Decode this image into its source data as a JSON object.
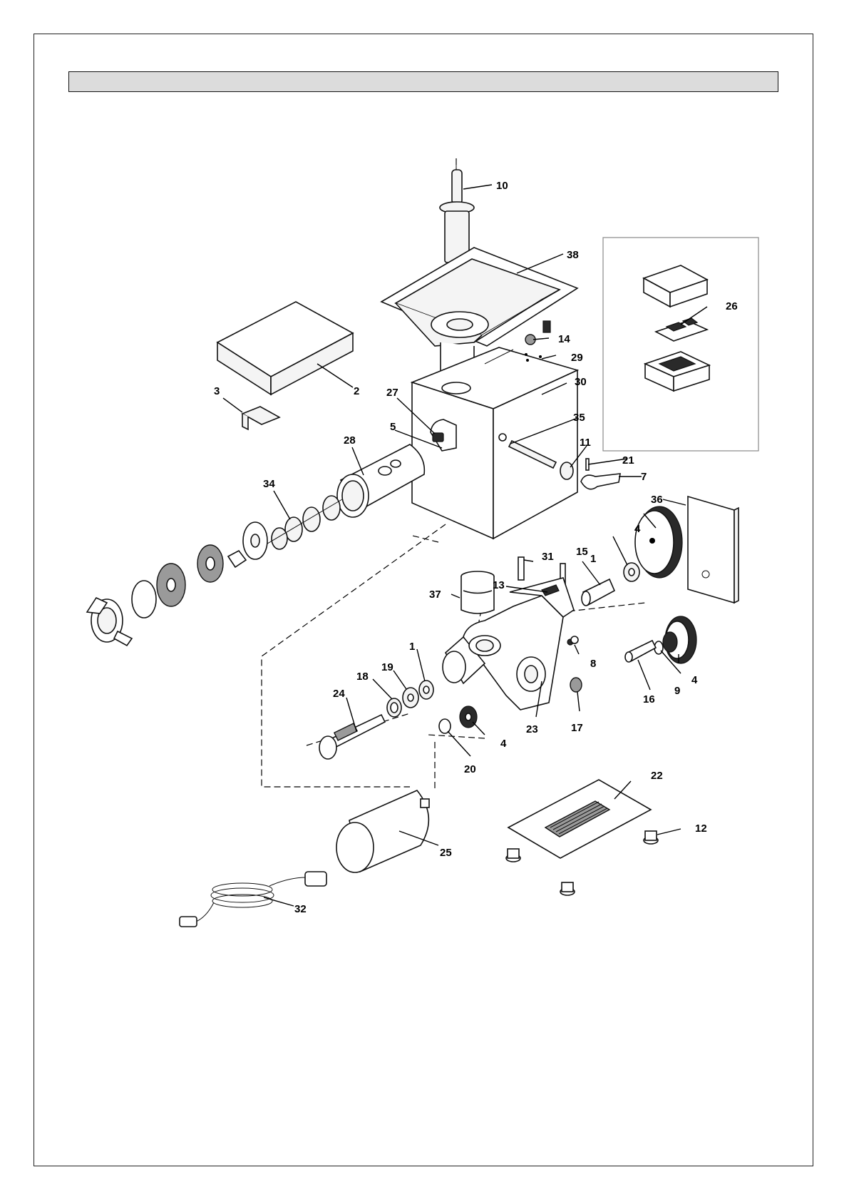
{
  "header": {
    "title": ""
  },
  "parts": [
    {
      "number": "1"
    },
    {
      "number": "1"
    },
    {
      "number": "2"
    },
    {
      "number": "3"
    },
    {
      "number": "4"
    },
    {
      "number": "4"
    },
    {
      "number": "4"
    },
    {
      "number": "5"
    },
    {
      "number": "7"
    },
    {
      "number": "8"
    },
    {
      "number": "9"
    },
    {
      "number": "10"
    },
    {
      "number": "11"
    },
    {
      "number": "12"
    },
    {
      "number": "13"
    },
    {
      "number": "14"
    },
    {
      "number": "15"
    },
    {
      "number": "16"
    },
    {
      "number": "17"
    },
    {
      "number": "18"
    },
    {
      "number": "19"
    },
    {
      "number": "20"
    },
    {
      "number": "21"
    },
    {
      "number": "22"
    },
    {
      "number": "23"
    },
    {
      "number": "24"
    },
    {
      "number": "25"
    },
    {
      "number": "26"
    },
    {
      "number": "27"
    },
    {
      "number": "28"
    },
    {
      "number": "29"
    },
    {
      "number": "30"
    },
    {
      "number": "31"
    },
    {
      "number": "32"
    },
    {
      "number": "34"
    },
    {
      "number": "35"
    },
    {
      "number": "36"
    },
    {
      "number": "37"
    },
    {
      "number": "38"
    }
  ]
}
